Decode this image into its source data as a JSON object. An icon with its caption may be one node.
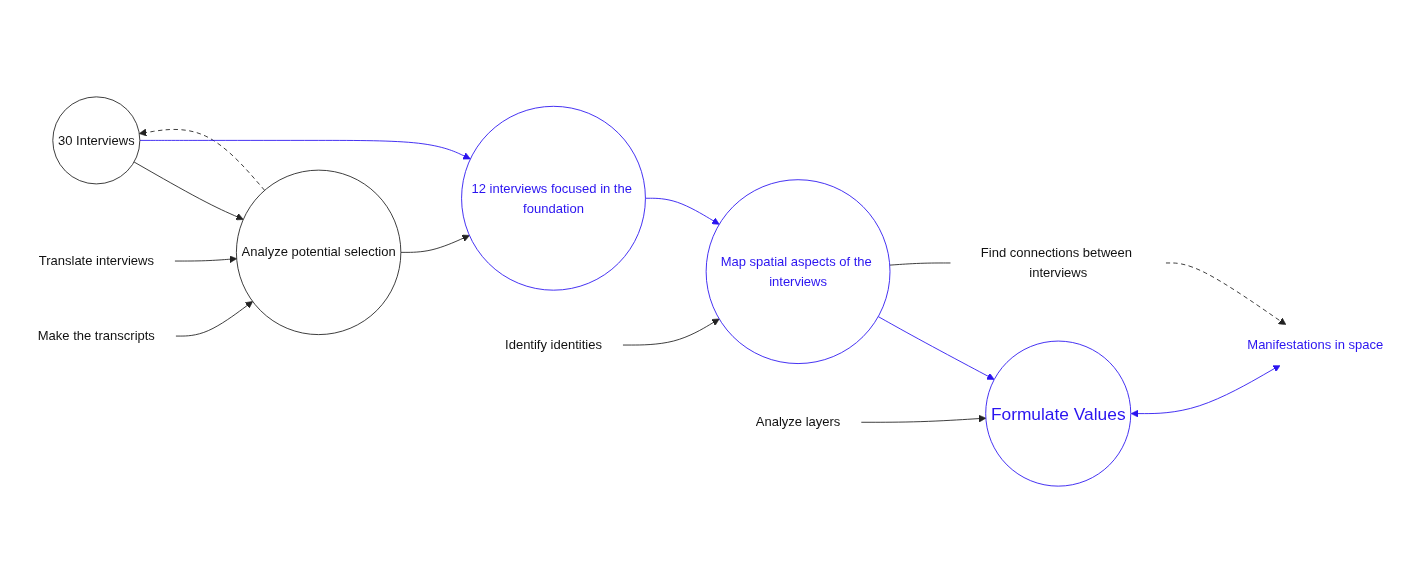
{
  "diagram": {
    "nodes": [
      {
        "text": [
          "30 Interviews"
        ]
      },
      {
        "text": [
          "Make the transcripts"
        ]
      },
      {
        "text": [
          "Translate interviews"
        ]
      },
      {
        "text": [
          "Analyze potential selection"
        ]
      },
      {
        "text": [
          "12 interviews focused in the foundation"
        ]
      },
      {
        "text": [
          "Identify identities"
        ]
      },
      {
        "text": [
          "Map spatial aspects of the interviews"
        ]
      },
      {
        "text": [
          "Analyze layers"
        ]
      },
      {
        "text": [
          "Formulate Values"
        ]
      },
      {
        "text": [
          "Find connections between interviews"
        ]
      },
      {
        "text": [
          "Manifestations in space"
        ]
      }
    ],
    "edges": [
      {
        "from": 0,
        "to": 3,
        "arrow": "to"
      },
      {
        "from": 1,
        "to": 3,
        "arrow": "to"
      },
      {
        "from": 2,
        "to": 3,
        "arrow": "to"
      },
      {
        "from": 3,
        "to": 0,
        "arrow": "to",
        "style": "dashed"
      },
      {
        "from": 3,
        "to": 4,
        "arrow": "to"
      },
      {
        "from": 0,
        "to": 4,
        "arrow": "to",
        "color": "#2a14f0"
      },
      {
        "from": 4,
        "to": 6,
        "arrow": "to",
        "color": "#2a14f0"
      },
      {
        "from": 5,
        "to": 6,
        "arrow": "to"
      },
      {
        "from": 6,
        "to": 8,
        "arrow": "to",
        "color": "#2a14f0"
      },
      {
        "from": 7,
        "to": 8,
        "arrow": "to"
      },
      {
        "from": 6,
        "to": 9,
        "arrow": "none"
      },
      {
        "from": 9,
        "to": 10,
        "arrow": "to",
        "style": "dashed"
      },
      {
        "from": 8,
        "to": 10,
        "arrow": "both",
        "color": "#2a14f0"
      }
    ]
  }
}
